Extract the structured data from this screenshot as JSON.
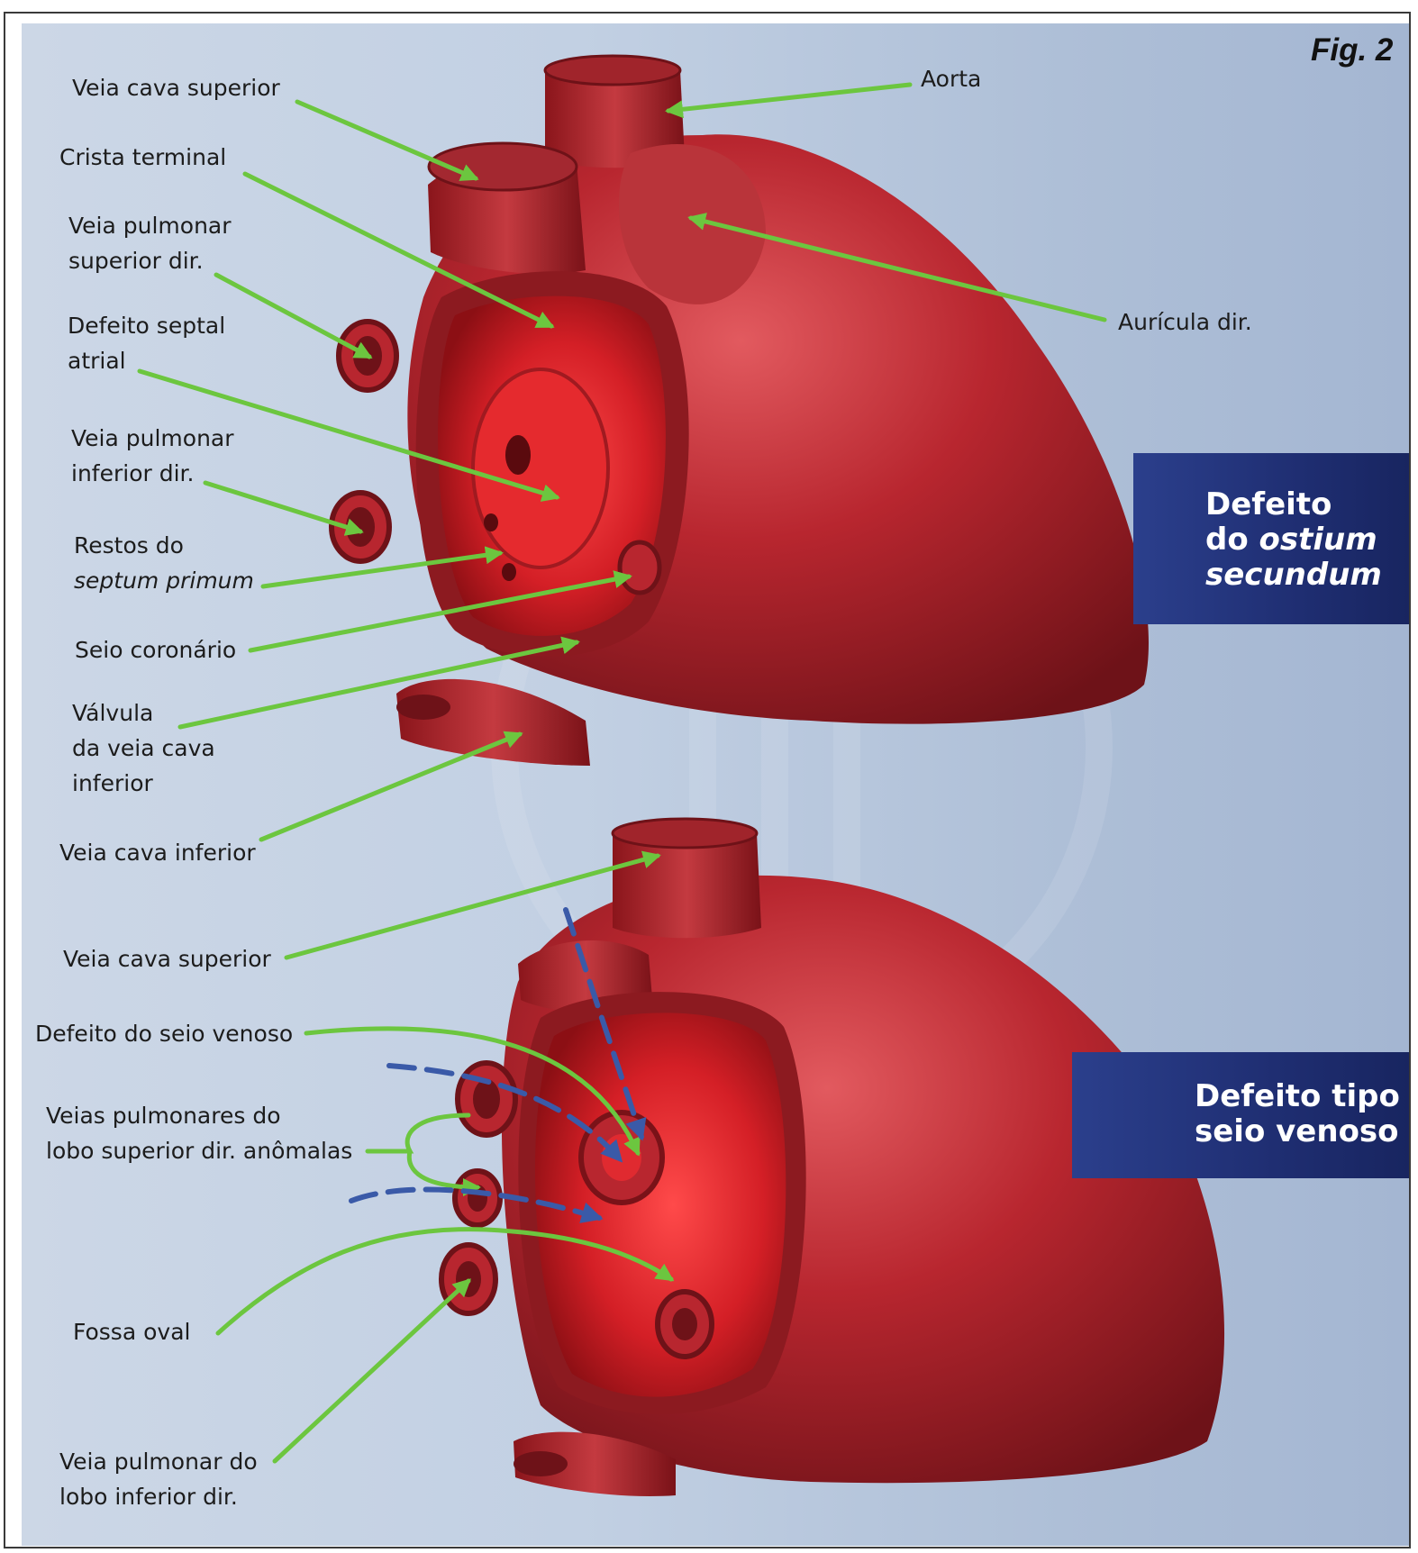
{
  "figure_label": "Fig. 2",
  "colors": {
    "background": "#c2d0e3",
    "heart_red": "#b8262f",
    "arrow_green": "#6cc63f",
    "dashed_arrow_blue": "#3a5aa8",
    "banner_navy": "#1f2e72"
  },
  "top_panel": {
    "banner": {
      "line1": "Defeito",
      "line2_plain": "do ",
      "line2_italic": "ostium",
      "line3_italic": "secundum"
    },
    "labels": {
      "vcs": "Veia cava superior",
      "crista": "Crista terminal",
      "vpsd_1": "Veia pulmonar",
      "vpsd_2": "superior dir.",
      "dsa_1": "Defeito septal",
      "dsa_2": "atrial",
      "vpid_1": "Veia pulmonar",
      "vpid_2": "inferior dir.",
      "restos_1": "Restos do",
      "restos_2": "septum primum",
      "seio": "Seio coronário",
      "valv_1": "Válvula",
      "valv_2": "da veia cava",
      "valv_3": "inferior",
      "vci": "Veia cava inferior",
      "aorta": "Aorta",
      "auricula": "Aurícula dir."
    }
  },
  "bottom_panel": {
    "banner": {
      "line1": "Defeito tipo",
      "line2": "seio venoso"
    },
    "labels": {
      "vcs": "Veia cava superior",
      "dsv": "Defeito do seio venoso",
      "vpa_1": "Veias pulmonares do",
      "vpa_2": "lobo superior dir. anômalas",
      "fossa": "Fossa oval",
      "vpli_1": "Veia pulmonar do",
      "vpli_2": "lobo inferior dir."
    }
  }
}
